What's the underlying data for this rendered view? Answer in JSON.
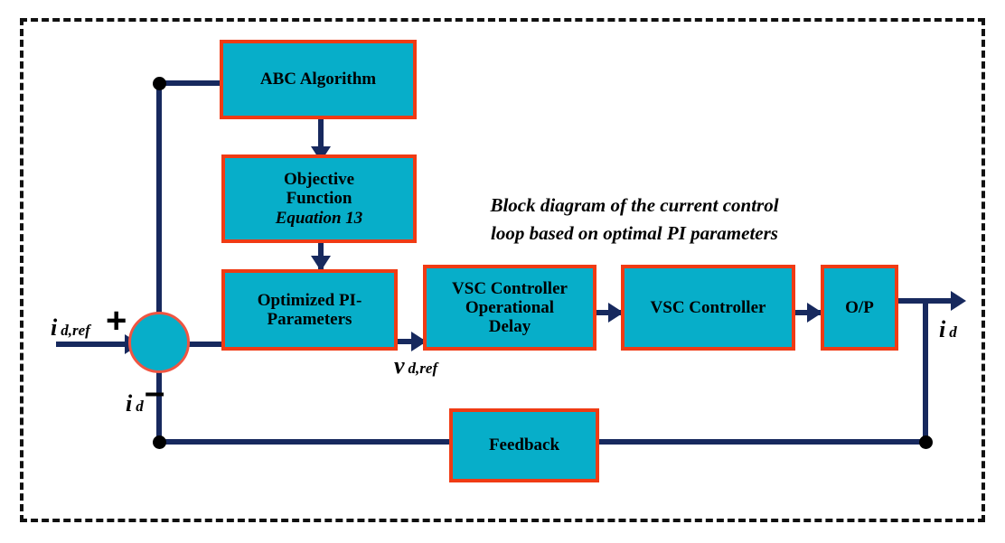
{
  "figure": {
    "title_line1": "Block diagram of the current control",
    "title_line2": "loop based on optimal PI parameters"
  },
  "colors": {
    "block_fill": "#07AEC9",
    "block_border": "#F03B14",
    "wire": "#17295E",
    "frame": "#111111",
    "junction_dot": "#000000",
    "sum_border": "#EF5542"
  },
  "blocks": {
    "abc": {
      "line1": "ABC Algorithm"
    },
    "objective": {
      "line1": "Objective",
      "line2": "Function",
      "line3": "Equation 13"
    },
    "pi": {
      "line1": "Optimized PI-",
      "line2": "Parameters"
    },
    "delay": {
      "line1": "VSC Controller",
      "line2": "Operational",
      "line3": "Delay"
    },
    "vsc": {
      "line1": "VSC Controller"
    },
    "op": {
      "line1": "O/P"
    },
    "feedback": {
      "line1": "Feedback"
    }
  },
  "signals": {
    "id_ref_sym": "i",
    "id_ref_sub": "d,ref",
    "id_sym": "i",
    "id_sub": "d",
    "id_fb_sym": "i",
    "id_fb_sub": "d",
    "id_out_sym": "i",
    "id_out_sub": "d",
    "vd_ref_sym": "v",
    "vd_ref_sub": "d,ref",
    "plus_sign": "+",
    "minus_sign": "–"
  }
}
